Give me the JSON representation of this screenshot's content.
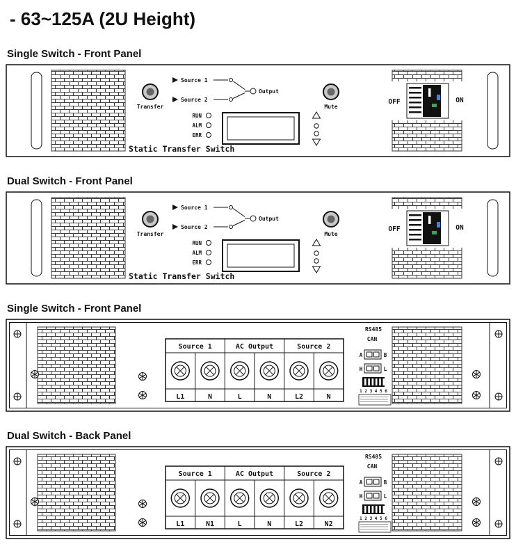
{
  "page": {
    "title": "- 63~125A (2U Height)"
  },
  "sections": [
    {
      "heading": "Single Switch - Front Panel"
    },
    {
      "heading": "Dual Switch - Front Panel"
    },
    {
      "heading": "Single Switch - Front Panel"
    },
    {
      "heading": "Dual Switch - Back Panel"
    }
  ],
  "front_panel": {
    "transfer_label": "Transfer",
    "mute_label": "Mute",
    "source1_label": "Source 1",
    "source2_label": "Source 2",
    "output_label": "Output",
    "leds": [
      "RUN",
      "ALM",
      "ERR"
    ],
    "panel_name": "Static Transfer Switch",
    "off_label": "OFF",
    "on_label": "ON"
  },
  "back_panel": {
    "groups": [
      "Source 1",
      "AC Output",
      "Source 2"
    ],
    "rs485_label": "RS485",
    "can_label": "CAN",
    "conn_ab": {
      "left": "A",
      "right": "B"
    },
    "conn_hl": {
      "left": "H",
      "right": "L"
    },
    "dip_numbers": "1 2 3 4 5 6",
    "single_terminals": [
      "L1",
      "N",
      "L",
      "N",
      "L2",
      "N"
    ],
    "dual_terminals": [
      "L1",
      "N1",
      "L",
      "N",
      "L2",
      "N2"
    ]
  },
  "colors": {
    "breaker_green": "#3aa655",
    "breaker_blue": "#4a7fd4"
  }
}
